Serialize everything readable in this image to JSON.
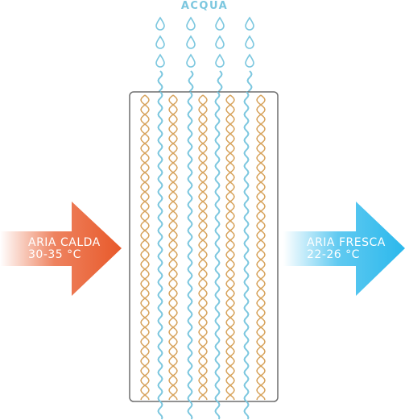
{
  "water": {
    "label": "ACQUA",
    "color": "#7cc7df"
  },
  "hot_air": {
    "line1": "ARIA CALDA",
    "line2": "30-35 °C",
    "color": "#e8592a"
  },
  "cool_air": {
    "line1": "ARIA FRESCA",
    "line2": "22-26 °C",
    "color": "#2bb8ec"
  },
  "pad": {
    "fiber_color": "#d7a35c",
    "border_color": "#6f6f6f"
  },
  "icons": [
    "water-drop-icon",
    "hot-air-arrow-icon",
    "cool-air-arrow-icon"
  ]
}
